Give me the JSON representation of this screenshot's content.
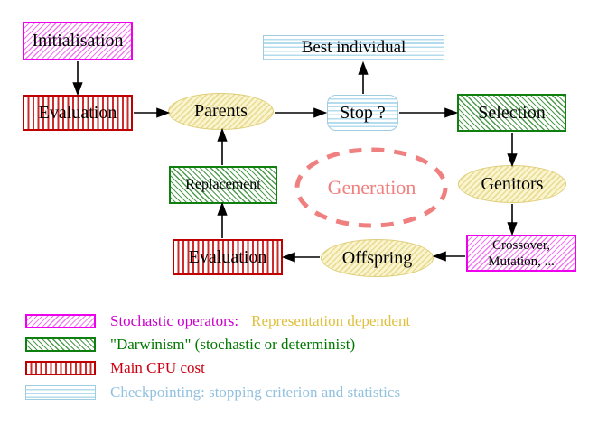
{
  "diagram": {
    "nodes": {
      "initialisation": {
        "label": "Initialisation"
      },
      "evaluation_top": {
        "label": "Evaluation"
      },
      "parents": {
        "label": "Parents"
      },
      "best_individual": {
        "label": "Best individual"
      },
      "stop": {
        "label": "Stop ?"
      },
      "selection": {
        "label": "Selection"
      },
      "replacement": {
        "label": "Replacement"
      },
      "generation": {
        "label": "Generation"
      },
      "genitors": {
        "label": "Genitors"
      },
      "crossover_mutation": {
        "line1": "Crossover,",
        "line2": "Mutation, ..."
      },
      "offspring": {
        "label": "Offspring"
      },
      "evaluation_bottom": {
        "label": "Evaluation"
      }
    },
    "colors": {
      "magenta_border": "#ee00ee",
      "red_border": "#c00000",
      "green_border": "#0f7f0f",
      "cyan_border": "#9fccde",
      "yellow_border": "#dfce79",
      "salmon": "#f08080",
      "arrow": "#000000"
    }
  },
  "legend": {
    "items": [
      {
        "swatch": "magenta-diagonal-hatch",
        "label": "Stochastic operators:",
        "label2": "Representation dependent",
        "label_color": "#cc00cc",
        "label2_color": "#e0c040"
      },
      {
        "swatch": "green-diagonal-hatch",
        "label": "\"Darwinism\" (stochastic or determinist)",
        "label_color": "#007700"
      },
      {
        "swatch": "red-vertical-stripes",
        "label": "Main CPU cost",
        "label_color": "#cc0011"
      },
      {
        "swatch": "cyan-horizontal-stripes",
        "label": "Checkpointing: stopping criterion and statistics",
        "label_color": "#92c2df"
      }
    ]
  }
}
